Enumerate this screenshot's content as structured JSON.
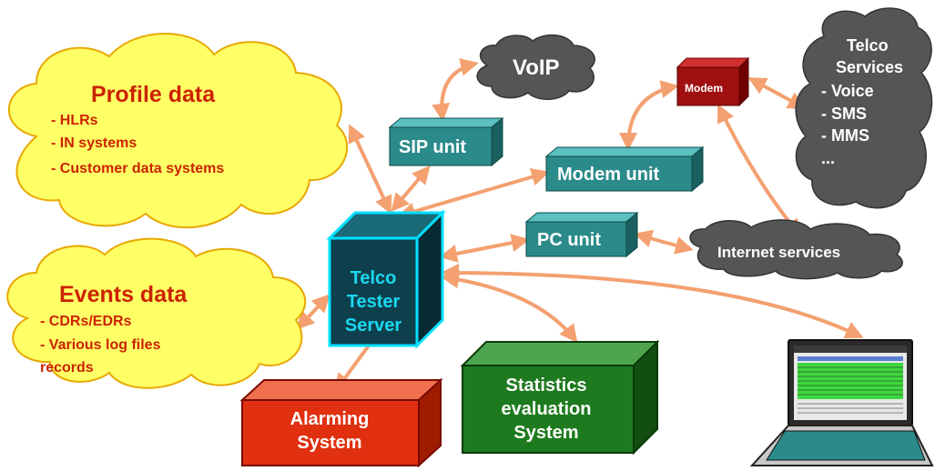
{
  "profile_cloud": {
    "title": "Profile data",
    "items": [
      "- HLRs",
      "- IN systems",
      "- Customer data systems"
    ]
  },
  "events_cloud": {
    "title": "Events data",
    "items": [
      "- CDRs/EDRs",
      "- Various log files",
      "records"
    ]
  },
  "voip_cloud": {
    "label": "VoIP"
  },
  "telco_services_cloud": {
    "title_line1": "Telco",
    "title_line2": "Services",
    "items": [
      "- Voice",
      "- SMS",
      "- MMS",
      "..."
    ]
  },
  "internet_cloud": {
    "label": "Internet services"
  },
  "sip_unit": {
    "label": "SIP unit"
  },
  "modem_unit": {
    "label": "Modem unit"
  },
  "pc_unit": {
    "label": "PC unit"
  },
  "modem_box": {
    "label": "Modem"
  },
  "server": {
    "line1": "Telco",
    "line2": "Tester",
    "line3": "Server"
  },
  "alarming": {
    "line1": "Alarming",
    "line2": "System"
  },
  "statistics": {
    "line1": "Statistics",
    "line2": "evaluation",
    "line3": "System"
  },
  "colors": {
    "yellow_cloud": "#ffff66",
    "orange_text": "#ff4400",
    "red_text": "#cc2200",
    "dark_cloud": "#555555",
    "teal_box": "#2b8a8a",
    "server_fill": "#0e3f4c",
    "server_edge": "#00e0ff",
    "alarm_red": "#e03010",
    "stats_green": "#1e7a1e",
    "arrow": "#f4a070",
    "modem_red": "#a01010"
  },
  "icons": {
    "laptop": "laptop-icon"
  }
}
